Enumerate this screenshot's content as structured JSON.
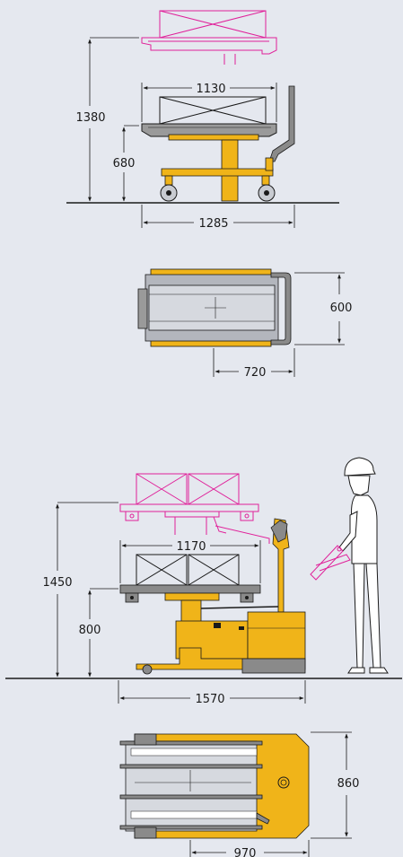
{
  "colors": {
    "background": "#e5e8ef",
    "machine_yellow": "#f0b419",
    "machine_yellow_dark": "#d99a0b",
    "raised_outline": "#e0219a",
    "line": "#1a1a1a",
    "gray": "#8a8a8a",
    "light_gray": "#c8cbd1"
  },
  "icons": [
    "operator-figure-icon",
    "remote-control-icon",
    "ground-line-icon"
  ],
  "figure1": {
    "total_height": "1380",
    "table_height": "680",
    "table_length": "1130",
    "base_length": "1285"
  },
  "figure2": {
    "width": "600",
    "length": "720"
  },
  "figure3": {
    "total_height": "1450",
    "table_height": "800",
    "table_length": "1170",
    "base_length": "1570"
  },
  "figure4": {
    "width": "860",
    "length": "970"
  }
}
